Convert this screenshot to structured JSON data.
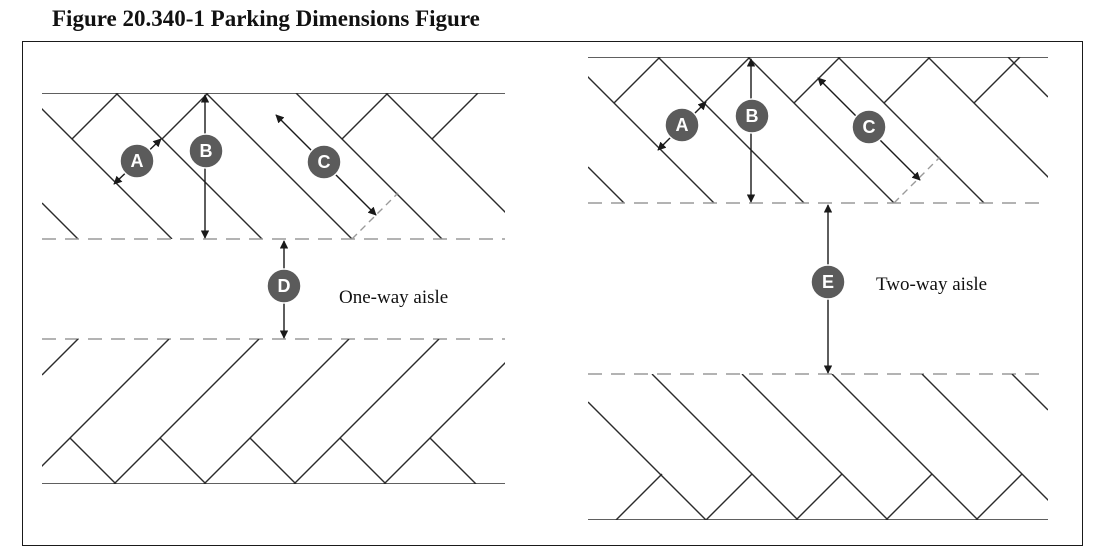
{
  "figure": {
    "title": "Figure 20.340-1 Parking Dimensions Figure"
  },
  "colors": {
    "line": "#2b2b2b",
    "dashed": "#9a9a9a",
    "badge": "#5b5b5b",
    "badge_text": "#ffffff",
    "text": "#111111"
  },
  "left_panel": {
    "aisle_label": "One-way aisle",
    "markers": [
      "A",
      "B",
      "C",
      "D"
    ]
  },
  "right_panel": {
    "aisle_label": "Two-way aisle",
    "markers": [
      "A",
      "B",
      "C",
      "E"
    ]
  }
}
